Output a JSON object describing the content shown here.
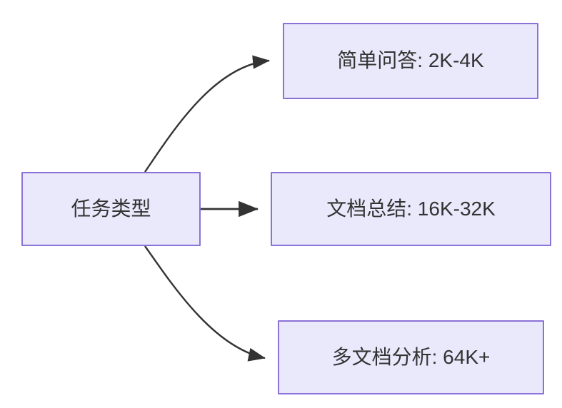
{
  "diagram": {
    "type": "flowchart",
    "direction": "left-to-right",
    "background_color": "#ffffff",
    "node_fill_color": "#eae8fb",
    "node_border_color": "#8b72d6",
    "node_text_color": "#333333",
    "edge_color": "#333333",
    "nodes": [
      {
        "id": "root",
        "label": "任务类型"
      },
      {
        "id": "simple",
        "label": "简单问答: 2K-4K"
      },
      {
        "id": "doc",
        "label": "文档总结: 16K-32K"
      },
      {
        "id": "multi",
        "label": "多文档分析: 64K+"
      }
    ],
    "edges": [
      {
        "from": "root",
        "to": "simple",
        "label": "",
        "style": "curved-arrow"
      },
      {
        "from": "root",
        "to": "doc",
        "label": "",
        "style": "straight-arrow"
      },
      {
        "from": "root",
        "to": "multi",
        "label": "",
        "style": "curved-arrow"
      }
    ]
  }
}
